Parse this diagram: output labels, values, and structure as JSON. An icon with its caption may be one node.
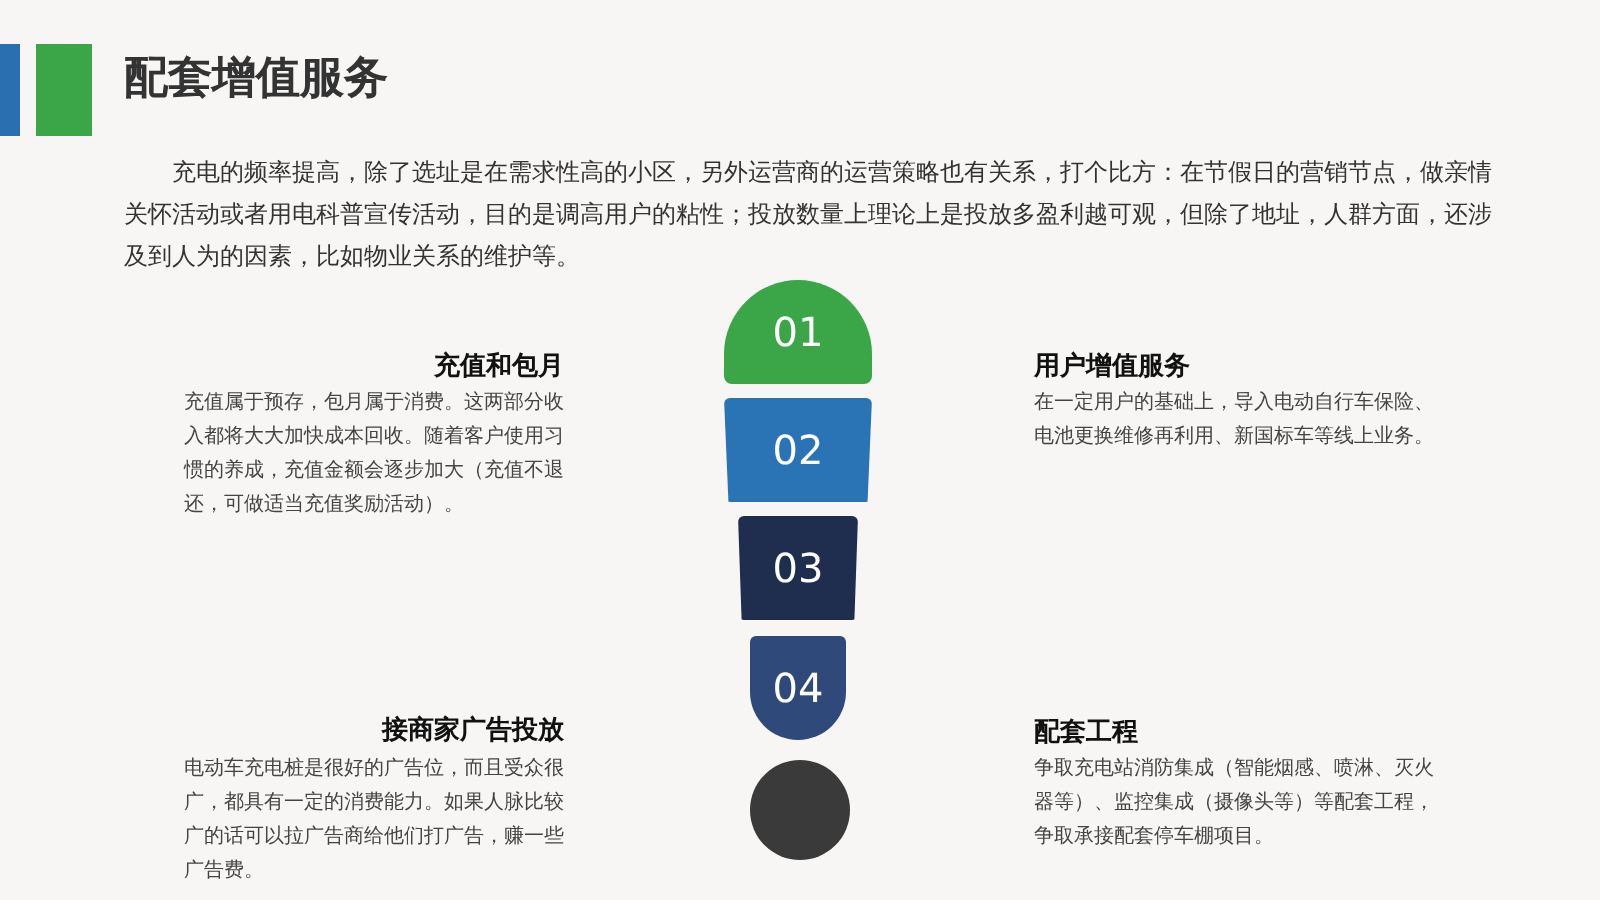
{
  "diagram": {
    "title": "配套增值服务",
    "nodes": [
      {
        "text": [
          "01"
        ]
      },
      {
        "text": [
          "02"
        ]
      },
      {
        "text": [
          "03"
        ]
      },
      {
        "text": [
          "04"
        ]
      },
      {
        "text": [],
        "shape": "circle"
      }
    ],
    "labels": [
      "充电的频率提高，除了选址是在需求性高的小区，另外运营商的运营策略也有关系，打个比方：在节假日的营销节点，做亲情关怀活动或者用电科普宣传活动，目的是调高用户的粘性；投放数量上理论上是投放多盈利越可观，但除了地址，人群方面，还涉及到人为的因素，比如物业关系的维护等。",
      "充值和包月",
      "充值属于预存，包月属于消费。这两部分收入都将大大加快成本回收。随着客户使用习惯的养成，充值金额会逐步加大（充值不退还，可做适当充值奖励活动）。",
      "用户增值服务",
      "在一定用户的基础上，导入电动自行车保险、电池更换维修再利用、新国标车等线上业务。",
      "接商家广告投放",
      "电动车充电桩是很好的广告位，而且受众很广，都具有一定的消费能力。如果人脉比较广的话可以拉广告商给他们打广告，赚一些广告费。",
      "配套工程",
      "争取充电站消防集成（智能烟感、喷淋、灭火器等）、监控集成（摄像头等）等配套工程，争取承接配套停车棚项目。"
    ]
  }
}
